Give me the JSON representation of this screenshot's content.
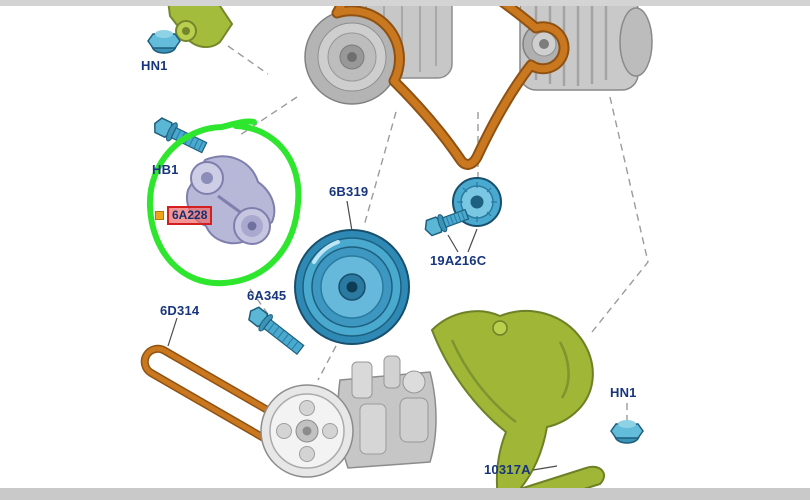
{
  "labels": {
    "hn1_top": "HN1",
    "hb1": "HB1",
    "tensioner_callout": "6A228",
    "pulley": "6B319",
    "idler": "19A216C",
    "tensioner_bolt": "6A345",
    "drive_belt": "6D314",
    "cover": "10317A",
    "hn1_right": "HN1"
  },
  "markers": {
    "selected_part_marker": "orange-square"
  },
  "colors": {
    "label_text": "#17357d",
    "highlight_green": "#2ee62e",
    "callout_border": "#d21f1f",
    "callout_fill": "#f07c7c",
    "marker_orange": "#efa21b",
    "belt_orange": "#ca7820",
    "belt_edge": "#8f5212",
    "part_blue": "#4aa9cf",
    "part_green": "#9fb637",
    "tensioner_lavender": "#b7b7d8",
    "metal_gray": "#c6c6c6",
    "background": "#ffffff"
  }
}
